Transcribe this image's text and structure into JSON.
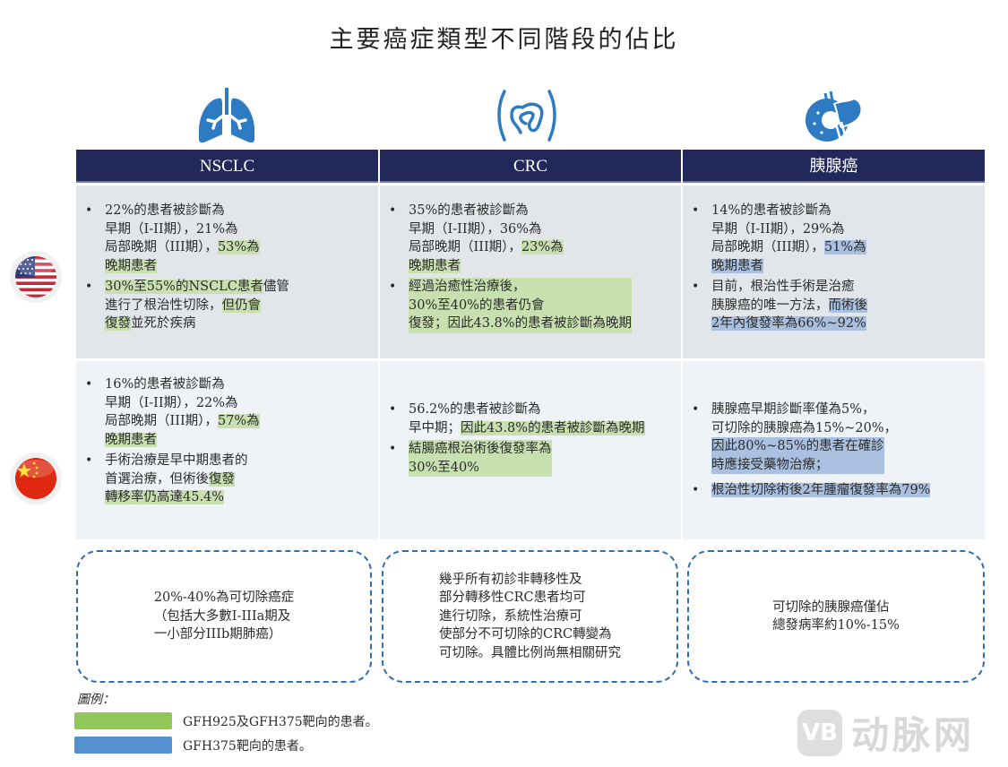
{
  "title": "主要癌症類型不同階段的佔比",
  "columns": [
    {
      "label": "NSCLC",
      "icon": "lung-icon"
    },
    {
      "label": "CRC",
      "icon": "colon-icon"
    },
    {
      "label": "胰腺癌",
      "icon": "pancreas-icon"
    }
  ],
  "rows": [
    {
      "country": "USA",
      "flag_icon": "us-flag-icon",
      "cells": [
        {
          "bullets": [
            [
              [
                "22%的患者被診斷為",
                ""
              ],
              [
                "早期（I-II期），21%為",
                ""
              ],
              [
                "局部晚期（III期），",
                ""
              ],
              [
                "53%為",
                "g"
              ],
              [
                "晚期患者",
                "g"
              ]
            ],
            [
              [
                "30%至55%的NSCLC患者",
                "g"
              ],
              [
                "儘管",
                ""
              ],
              [
                "進行了根治性切除，",
                ""
              ],
              [
                "但仍會",
                "g"
              ],
              [
                "復發",
                "g"
              ],
              [
                "並死於疾病",
                ""
              ]
            ]
          ],
          "text_lines": [
            [
              "22%的患者被診斷為",
              "早期（I-II期），21%為",
              "局部晚期（III期），53%為",
              "晚期患者"
            ],
            [
              "30%至55%的NSCLC患者儘管",
              "進行了根治性切除，但仍會",
              "復發並死於疾病"
            ]
          ]
        },
        {
          "text_lines": [
            [
              "35%的患者被診斷為",
              "早期（I-II期），36%為",
              "局部晚期（III期），23%為",
              "晚期患者"
            ],
            [
              "經過治癒性治療後，",
              "30%至40%的患者仍會",
              "復發；因此43.8%的患者被診斷為晚期"
            ]
          ]
        },
        {
          "text_lines": [
            [
              "14%的患者被診斷為",
              "早期（I-II期），29%為",
              "局部晚期（III期），51%為",
              "晚期患者"
            ],
            [
              "目前，根治性手術是治癒",
              "胰腺癌的唯一方法，而術後",
              "2年內復發率為66%~92%"
            ]
          ]
        }
      ]
    },
    {
      "country": "China",
      "flag_icon": "china-flag-icon",
      "cells": [
        {
          "text_lines": [
            [
              "16%的患者被診斷為",
              "早期（I-II期），22%為",
              "局部晚期（III期），57%為",
              "晚期患者"
            ],
            [
              "手術治療是早中期患者的",
              "首選治療，但術後復發",
              "轉移率仍高達45.4%"
            ]
          ]
        },
        {
          "text_lines": [
            [
              "56.2%的患者被診斷為",
              "早中期；因此43.8%的患者被診斷為晚期"
            ],
            [
              "結腸癌根治術後復發率為",
              "30%至40%"
            ]
          ]
        },
        {
          "text_lines": [
            [
              "胰腺癌早期診斷率僅為5%，",
              "可切除的胰腺癌為15%~20%，",
              "因此80%~85%的患者在確診",
              "時應接受藥物治療；"
            ],
            [
              "根治性切除術後2年腫瘤復發率為79%"
            ]
          ]
        }
      ]
    }
  ],
  "resectable": [
    [
      "20%-40%為可切除癌症",
      "（包括大多數I-IIIa期及",
      "一小部分IIIb期肺癌）"
    ],
    [
      "幾乎所有初診非轉移性及",
      "部分轉移性CRC患者均可",
      "進行切除，系統性治療可",
      "使部分不可切除的CRC轉變為",
      "可切除。具體比例尚無相關研究"
    ],
    [
      "可切除的胰腺癌僅佔",
      "總發病率約10%-15%"
    ]
  ],
  "legend": {
    "title": "圖例：",
    "items": [
      {
        "color": "#92c85a",
        "label": "GFH925及GFH375靶向的患者。"
      },
      {
        "color": "#5590d0",
        "label": "GFH375靶向的患者。"
      }
    ]
  },
  "colors": {
    "header_bg": "#22295a",
    "row1_bg": "#e2e6eb",
    "row2_bg": "#eff2f6",
    "highlight_green": "#c8e0b0",
    "highlight_blue": "#aac0e0",
    "icon_blue": "#2e7bc4",
    "dash_border": "#2e6fb4"
  },
  "watermark": {
    "logo": "VB",
    "text": "动脉网"
  }
}
